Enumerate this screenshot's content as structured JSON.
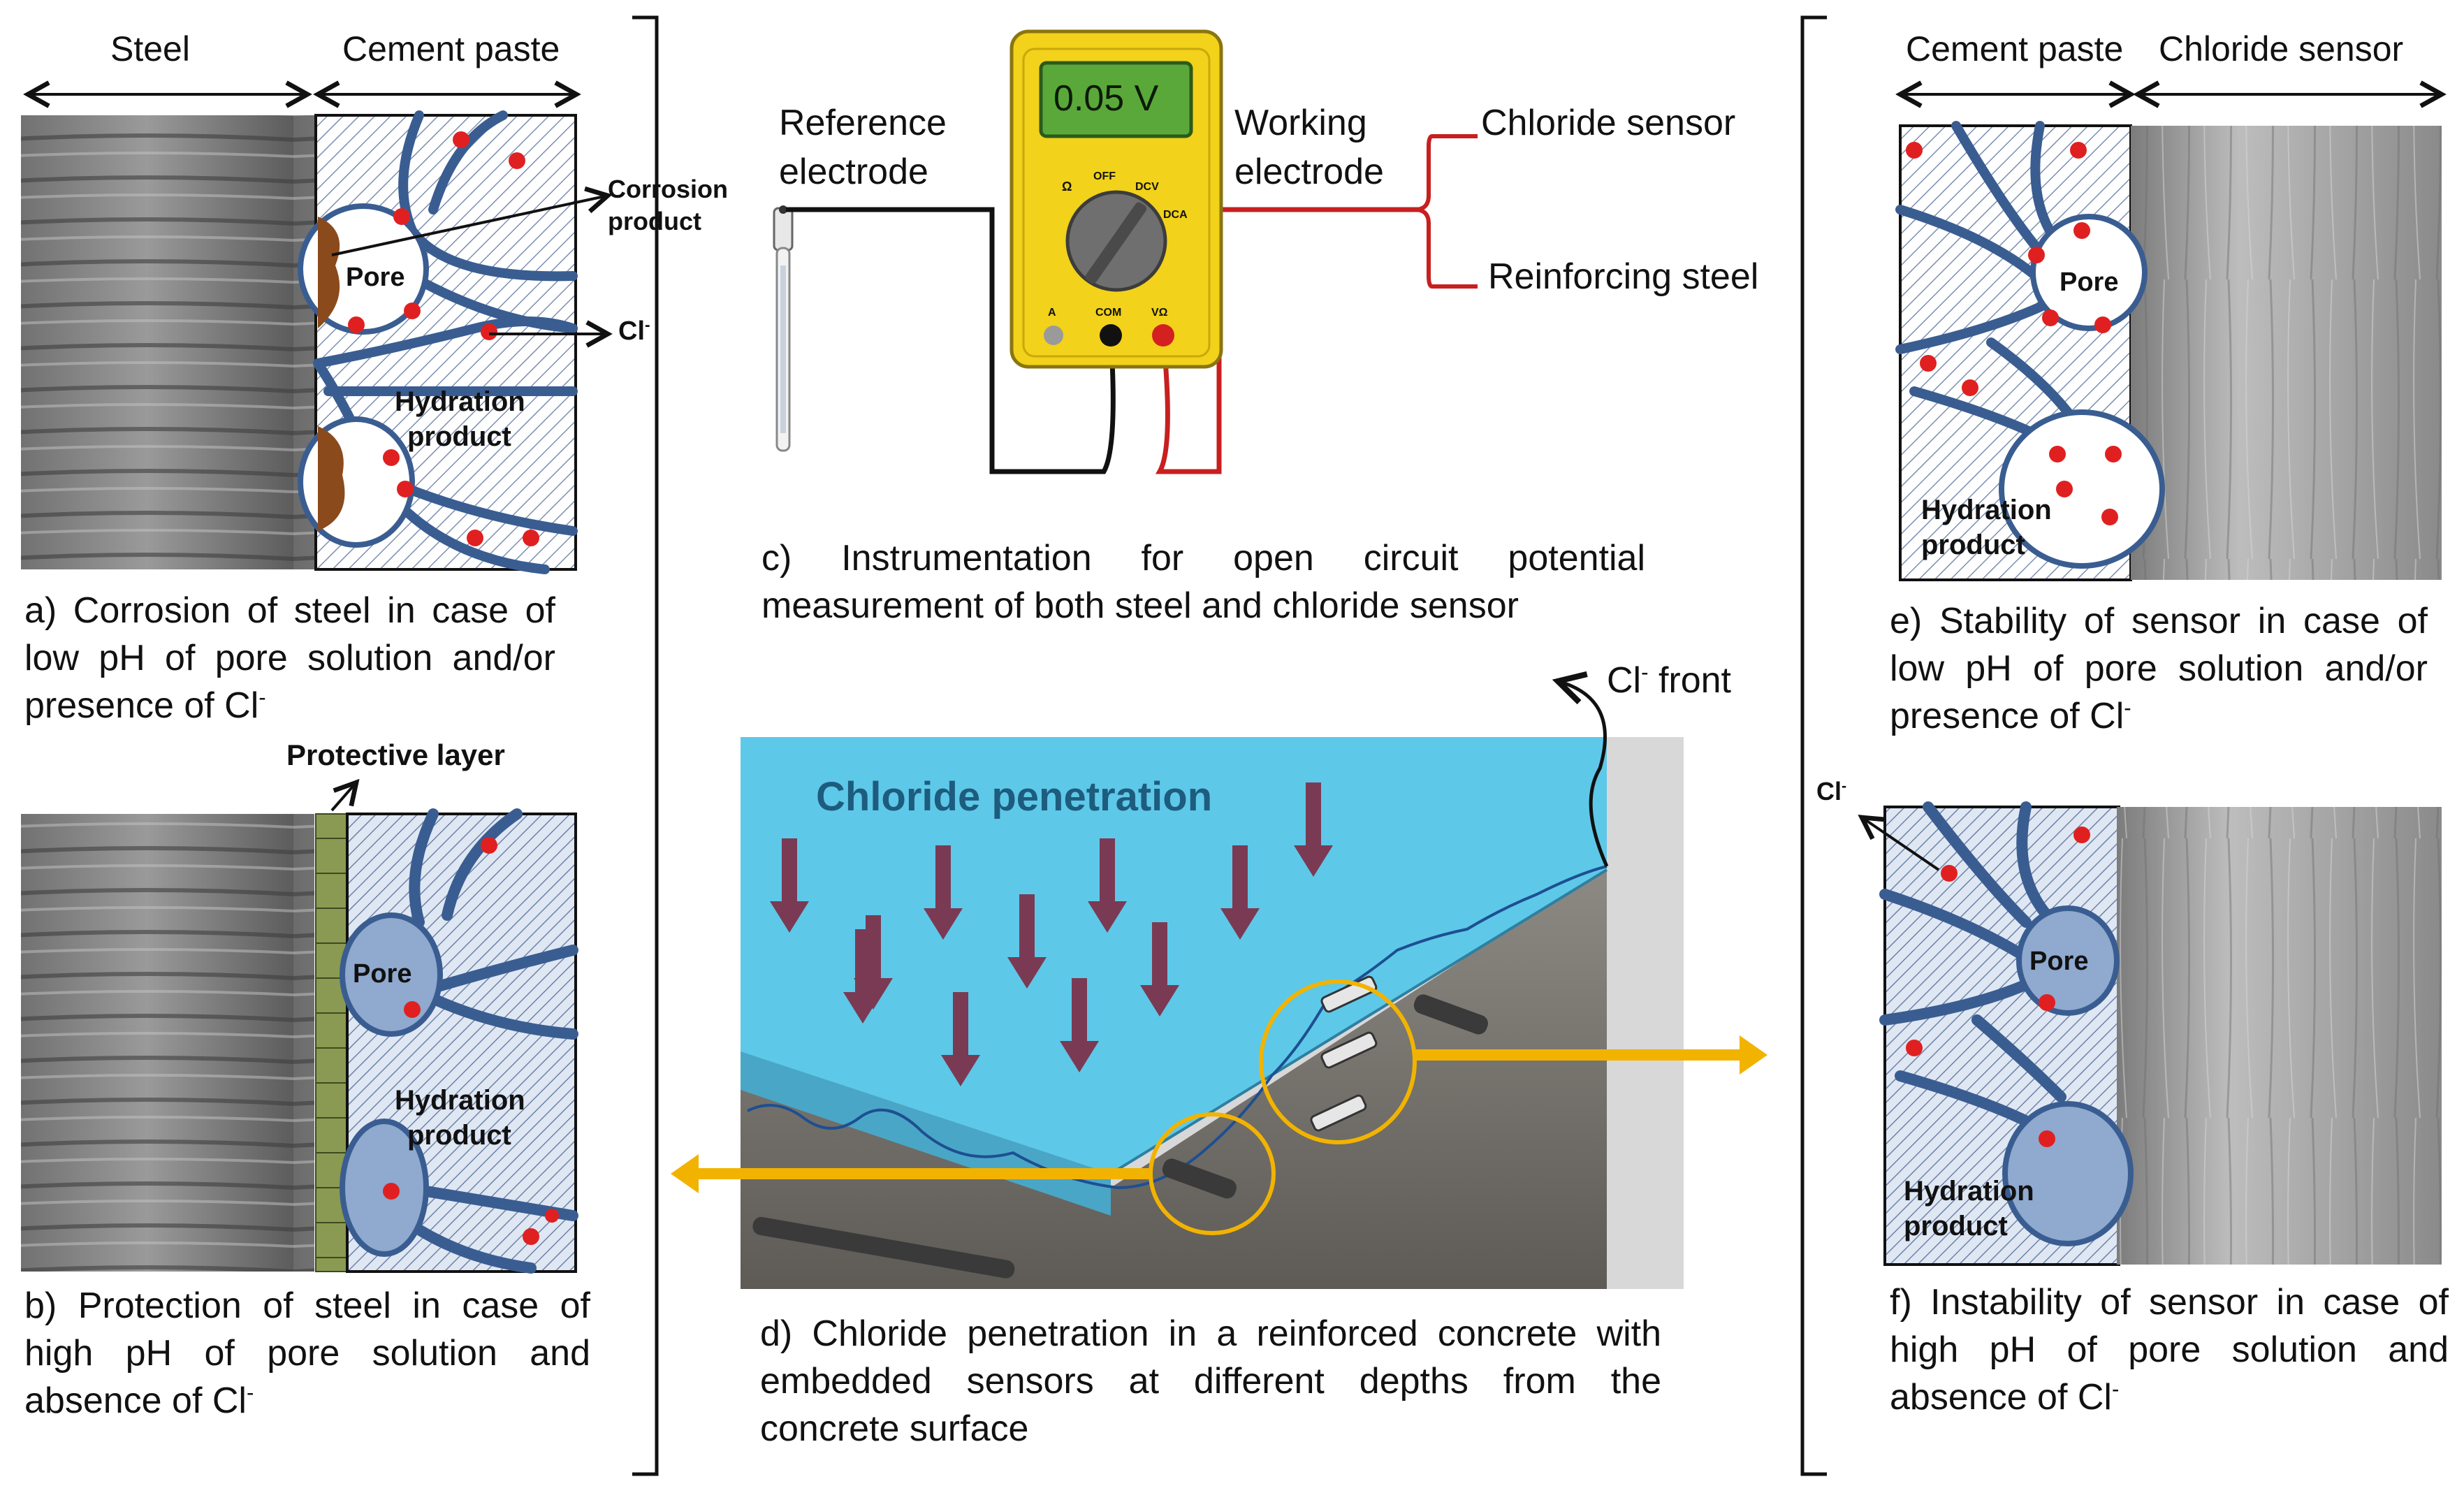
{
  "panel_a": {
    "steel_label": "Steel",
    "cement_label": "Cement paste",
    "corrosion_product_label": "Corrosion product",
    "pore_label": "Pore",
    "chloride_label": "Cl",
    "chloride_sup": "-",
    "hydration_label_1": "Hydration",
    "hydration_label_2": "product",
    "caption": "a) Corrosion of steel in case of low pH of pore solution and/or presence of Cl",
    "caption_sup": "-"
  },
  "panel_b": {
    "protective_layer_label": "Protective layer",
    "pore_label": "Pore",
    "hydration_label_1": "Hydration",
    "hydration_label_2": "product",
    "caption": "b) Protection of steel in case of high pH of pore solution and absence of Cl",
    "caption_sup": "-"
  },
  "panel_c": {
    "voltmeter_reading": "0.05 V",
    "dial_labels": {
      "off": "OFF",
      "dcv": "DCV",
      "dca": "DCA",
      "ohm": "Ω",
      "a": "A",
      "com": "COM",
      "vohm": "VΩ"
    },
    "reference_electrode_1": "Reference",
    "reference_electrode_2": "electrode",
    "working_electrode_1": "Working",
    "working_electrode_2": "electrode",
    "chloride_sensor_label": "Chloride sensor",
    "reinforcing_steel_label": "Reinforcing steel",
    "caption": "c) Instrumentation for open circuit potential measurement of both steel and chloride sensor"
  },
  "panel_d": {
    "chloride_front_label": "Cl",
    "chloride_front_sup": "-",
    "chloride_front_suffix": " front",
    "penetration_label": "Chloride penetration",
    "caption": "d) Chloride penetration in a reinforced concrete with embedded sensors at different depths from the concrete surface"
  },
  "panel_e": {
    "cement_label": "Cement paste",
    "sensor_label": "Chloride sensor",
    "pore_label": "Pore",
    "hydration_label_1": "Hydration",
    "hydration_label_2": "product",
    "caption": "e) Stability of sensor in case of low pH of pore solution and/or presence of Cl",
    "caption_sup": "-"
  },
  "panel_f": {
    "chloride_label": "Cl",
    "chloride_sup": "-",
    "pore_label": "Pore",
    "hydration_label_1": "Hydration",
    "hydration_label_2": "product",
    "caption": "f) Instability of sensor in case of high pH of pore solution and absence of Cl",
    "caption_sup": "-"
  },
  "colors": {
    "network_blue": "#3a5d91",
    "pore_fill_b": "#8fa9cf",
    "chloride_red": "#e02020",
    "corrosion_brown": "#8b4a1c",
    "meter_yellow": "#f2d21a",
    "lcd_green": "#5aa83a",
    "slab_blue": "#5ec8e8",
    "arrow_purple": "#7b3a54",
    "front_orange": "#f2b300"
  }
}
